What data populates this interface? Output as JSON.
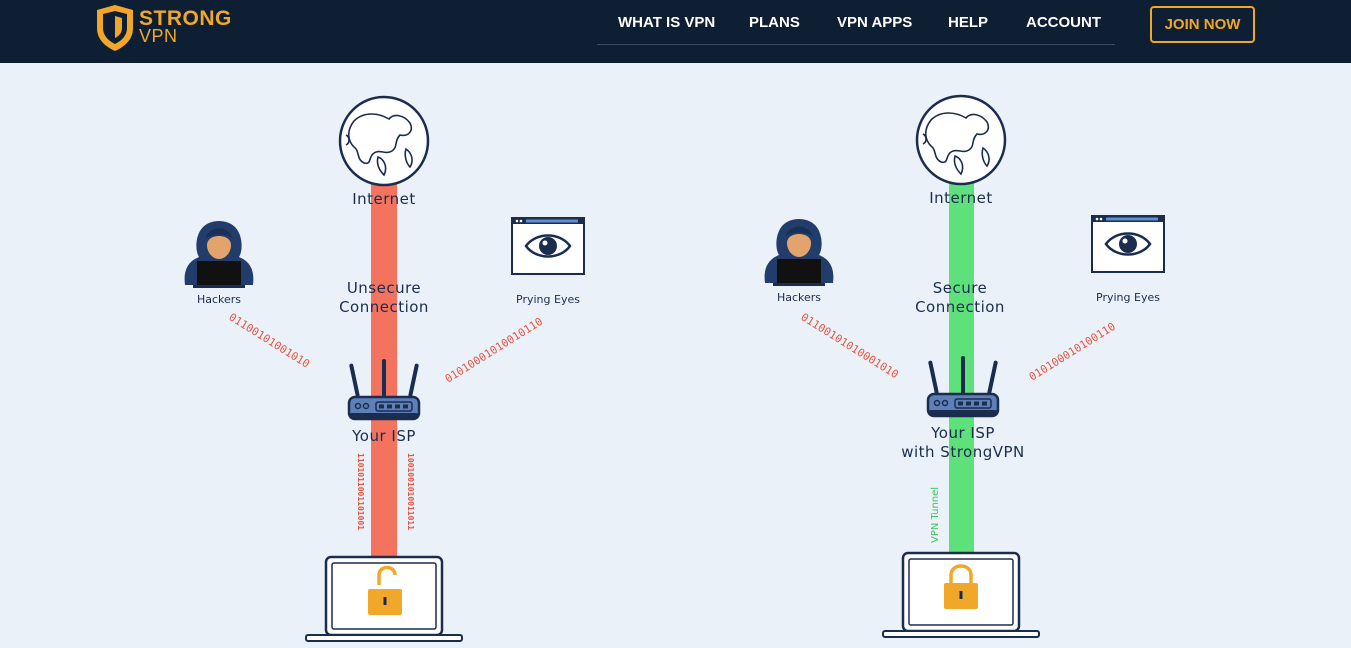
{
  "brand": {
    "line1": "STRONG",
    "line2": "VPN"
  },
  "nav": {
    "items": [
      {
        "label": "WHAT IS VPN"
      },
      {
        "label": "PLANS"
      },
      {
        "label": "VPN APPS"
      },
      {
        "label": "HELP"
      },
      {
        "label": "ACCOUNT"
      }
    ]
  },
  "join_label": "JOIN NOW",
  "left": {
    "internet": "Internet",
    "connection_line1": "Unsecure",
    "connection_line2": "Connection",
    "hackers": "Hackers",
    "prying": "Prying Eyes",
    "isp_line1": "Your ISP",
    "binary_left": "01100101001010",
    "binary_right": "01010001010010110",
    "binary_vertical_left": "1101011001101001",
    "binary_vertical_right": "1001001010011011"
  },
  "right": {
    "internet": "Internet",
    "connection_line1": "Secure",
    "connection_line2": "Connection",
    "hackers": "Hackers",
    "prying": "Prying Eyes",
    "isp_line1": "Your ISP",
    "isp_line2": "with StrongVPN",
    "tunnel": "VPN Tunnel",
    "binary_left": "01100101010001010",
    "binary_right": "010100010100110"
  },
  "colors": {
    "header_bg": "#0f1f33",
    "accent": "#f0a72a",
    "page_bg": "#eaf1f9",
    "unsecure": "#f3735e",
    "secure": "#5ee07b",
    "navy": "#1b2d4f",
    "binary": "#e8533f"
  },
  "icons": [
    "shield-logo-icon",
    "globe-icon",
    "hacker-icon",
    "eye-icon",
    "router-icon",
    "laptop-icon",
    "unlocked-padlock-icon",
    "locked-padlock-icon"
  ]
}
